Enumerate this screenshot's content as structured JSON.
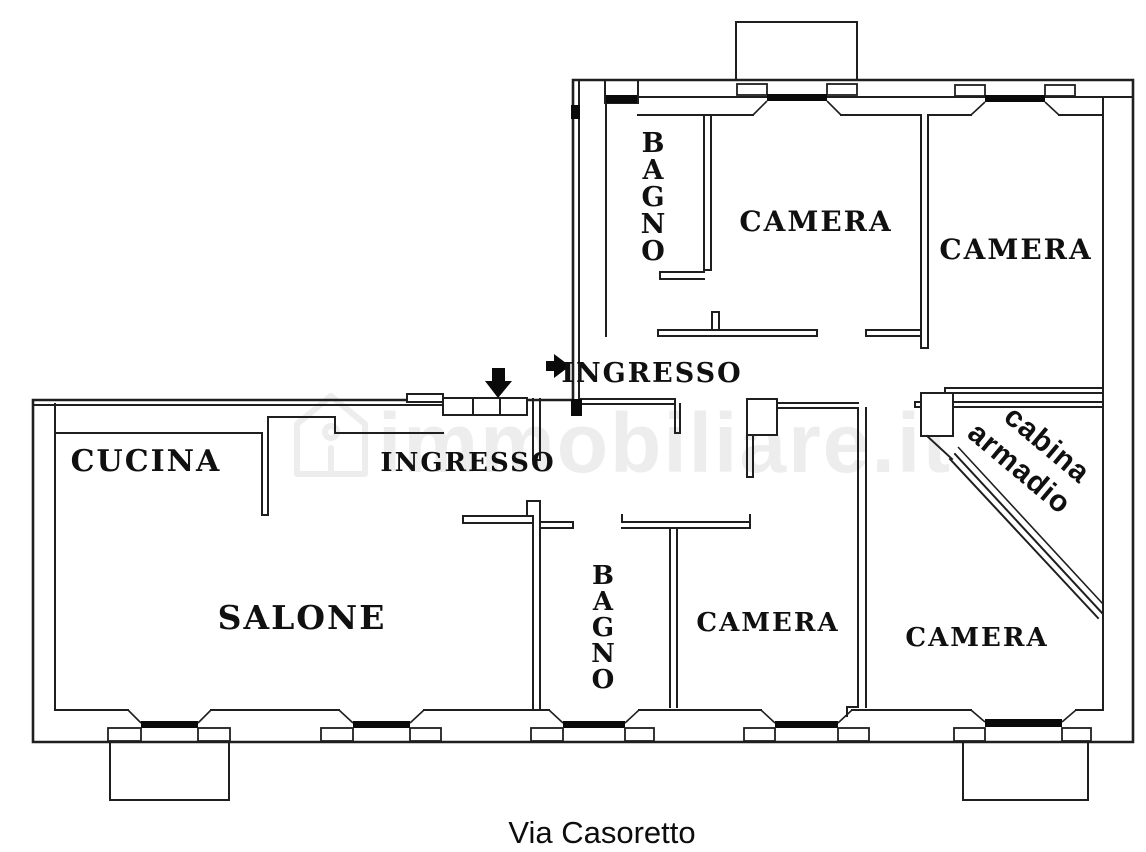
{
  "caption": {
    "street": "Via Casoretto"
  },
  "watermark": {
    "text": "immobiliare.it"
  },
  "colors": {
    "wall": "#1f1f1f",
    "background": "#ffffff",
    "watermark": "#ededed",
    "label": "#101010"
  },
  "rooms": {
    "bagno_top": {
      "label": "BAGNO",
      "letters": [
        "B",
        "A",
        "G",
        "N",
        "O"
      ]
    },
    "camera_top_middle": {
      "label": "CAMERA"
    },
    "camera_top_right": {
      "label": "CAMERA"
    },
    "ingresso_upper": {
      "label": "INGRESSO"
    },
    "cucina": {
      "label": "CUCINA"
    },
    "ingresso_lower": {
      "label": "INGRESSO"
    },
    "salone": {
      "label": "SALONE"
    },
    "bagno_lower": {
      "label": "BAGNO",
      "letters": [
        "B",
        "A",
        "G",
        "N",
        "O"
      ]
    },
    "camera_bottom_middle": {
      "label": "CAMERA"
    },
    "camera_bottom_right": {
      "label": "CAMERA"
    },
    "cabina_armadio": {
      "line1": "cabina",
      "line2": "armadio"
    }
  }
}
